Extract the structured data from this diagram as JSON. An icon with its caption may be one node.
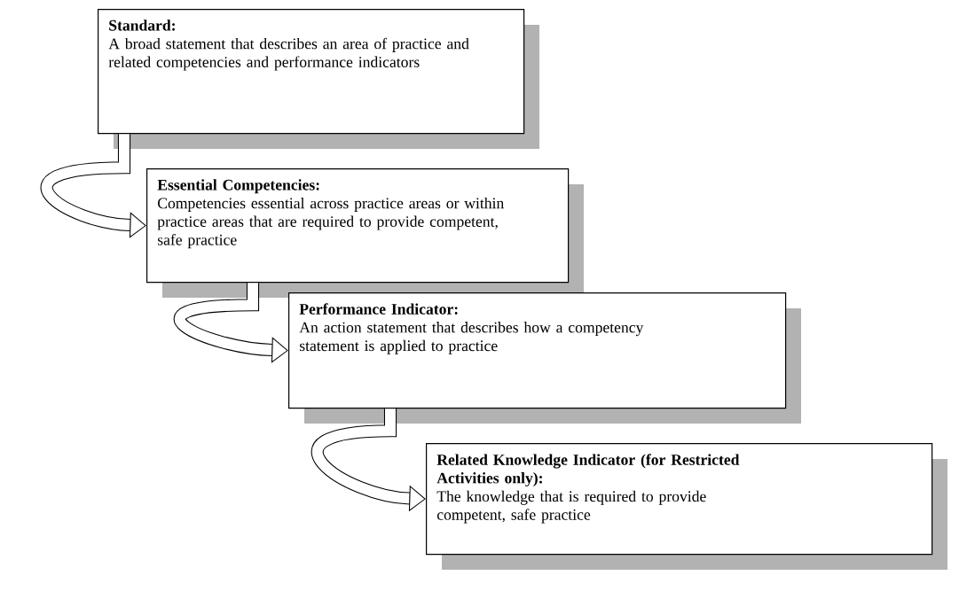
{
  "diagram": {
    "nodes": [
      {
        "text": [
          "Standard:",
          "A broad statement that describes an area of practice and related competencies and performance indicators"
        ]
      },
      {
        "text": [
          "Essential Competencies:",
          "Competencies essential across practice areas or within practice areas that are required to provide competent, safe practice"
        ]
      },
      {
        "text": [
          "Performance Indicator:",
          "An action statement that describes how a competency statement is applied to practice"
        ]
      },
      {
        "text": [
          "Related Knowledge Indicator (for Restricted Activities only):",
          "The knowledge that is required to provide competent, safe practice"
        ]
      }
    ],
    "edges": [
      {
        "from": 0,
        "to": 1,
        "arrow": "to"
      },
      {
        "from": 1,
        "to": 2,
        "arrow": "to"
      },
      {
        "from": 2,
        "to": 3,
        "arrow": "to"
      }
    ]
  }
}
